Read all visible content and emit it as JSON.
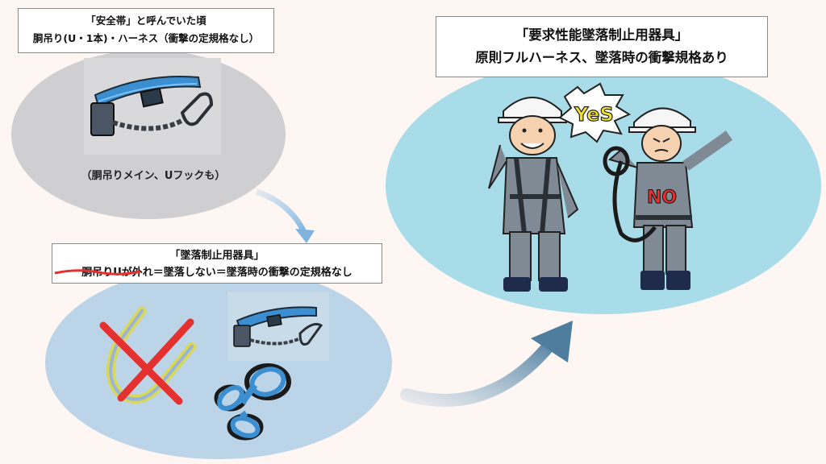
{
  "top_panel": {
    "line1": "「安全帯」と呼んでいた頃",
    "line2": "胴吊り(U・1本)・ハーネス（衝撃の定規格なし）",
    "caption": "（胴吊りメイン、Uフックも）"
  },
  "middle_panel": {
    "line1": "「墜落制止用器具」",
    "line2": "胴吊りUが外れ＝墜落しない＝墜落時の衝撃の定規格なし"
  },
  "right_panel": {
    "line1": "「要求性能墜落制止用器具」",
    "line2": "原則フルハーネス、墜落時の衝撃規格あり"
  },
  "workers": {
    "yes_label": "YeS",
    "no_label": "NO"
  },
  "colors": {
    "ellipse_gray": "#cfcfd1",
    "ellipse_blue": "#bcd4e8",
    "ellipse_cyan": "#a9dce9",
    "arrow_light": "#7fb3dd",
    "arrow_dark": "#4f7d9e",
    "belt_blue": "#3b8fd0",
    "cross_red": "#e53030",
    "yes_yellow": "#f3e327"
  }
}
